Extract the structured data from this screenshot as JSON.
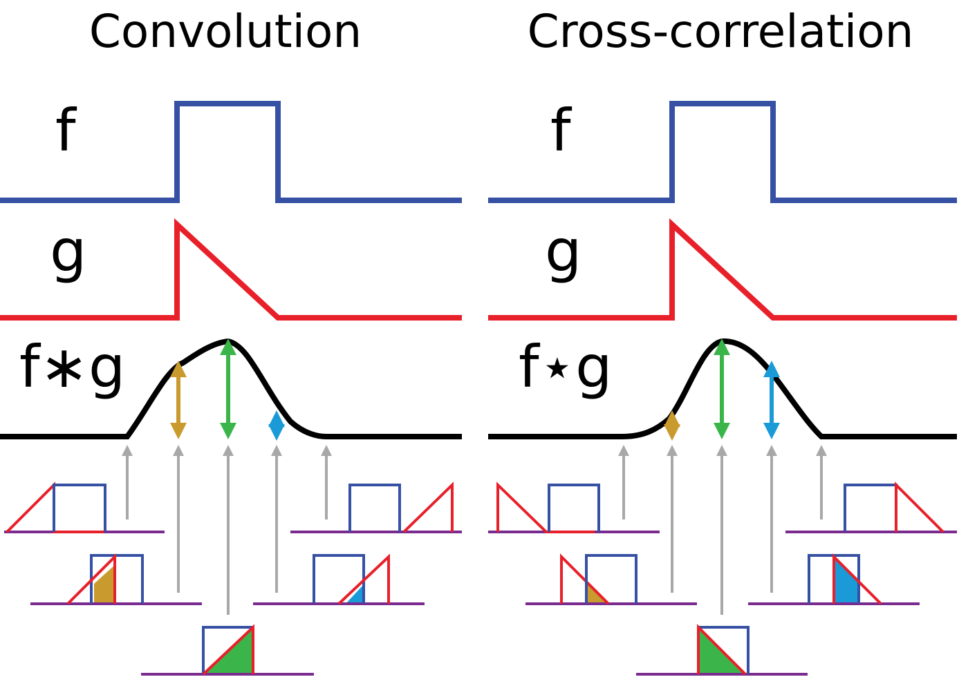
{
  "panels": [
    {
      "id": "convolution",
      "title": "Convolution",
      "f_label": "f",
      "g_label": "g",
      "result_label": "f∗g"
    },
    {
      "id": "cross-correlation",
      "title": "Cross-correlation",
      "f_label": "f",
      "g_label": "g",
      "result_label": "f⋆g"
    }
  ],
  "colors": {
    "f_signal": "#3650a4",
    "g_signal": "#e8202a",
    "result_curve": "#000000",
    "baseline": "#7a2b8f",
    "guide_arrow": "#a8a8a8",
    "overlap_small": "#c99a2e",
    "overlap_peak": "#3bb54a",
    "overlap_decline": "#1a9ad6"
  }
}
